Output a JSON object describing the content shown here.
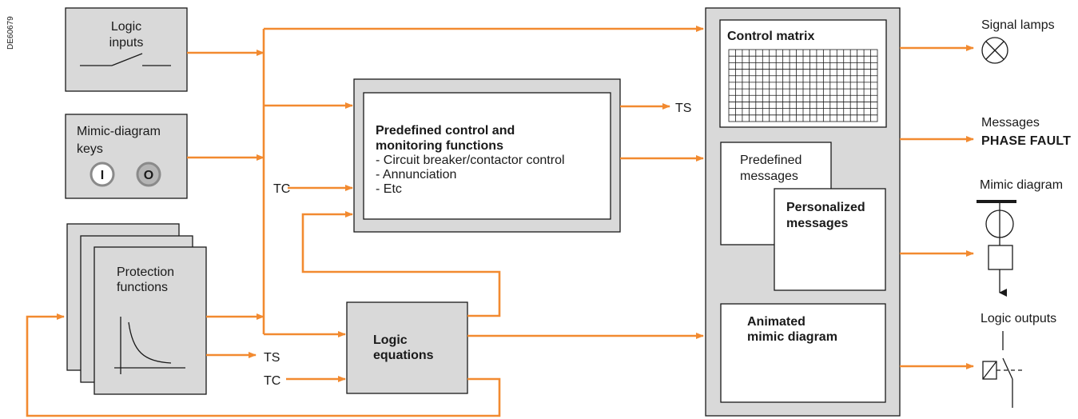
{
  "colors": {
    "wire": "#f28a30",
    "panel": "#d9d9d9",
    "line": "#1a1a1a"
  },
  "doc_ref": "DE60679",
  "inputs": {
    "logic_inputs": [
      "Logic",
      "inputs"
    ],
    "mimic_keys": [
      "Mimic-diagram",
      "keys"
    ],
    "key_on": "I",
    "key_off": "O",
    "protection": [
      "Protection",
      "functions"
    ]
  },
  "control_functions": {
    "title_lines": [
      "Predefined control and",
      "monitoring functions"
    ],
    "items": [
      "- Circuit breaker/contactor control",
      "- Annunciation",
      "- Etc"
    ]
  },
  "logic_equations": [
    "Logic",
    "equations"
  ],
  "signals": {
    "ts": "TS",
    "tc": "TC"
  },
  "hmi": {
    "control_matrix": "Control matrix",
    "predefined_messages": [
      "Predefined",
      "messages"
    ],
    "personalized_messages": [
      "Personalized",
      "messages"
    ],
    "animated_mimic": [
      "Animated",
      "mimic diagram"
    ]
  },
  "outputs": {
    "signal_lamps": "Signal lamps",
    "messages": "Messages",
    "phase_fault": "PHASE FAULT",
    "mimic_diagram": "Mimic diagram",
    "logic_outputs": "Logic outputs"
  },
  "icons": [
    "switch-contact-icon",
    "on-button-icon",
    "off-button-icon",
    "inverse-time-curve-icon",
    "signal-lamp-icon",
    "mimic-breaker-icon",
    "relay-contact-icon"
  ]
}
